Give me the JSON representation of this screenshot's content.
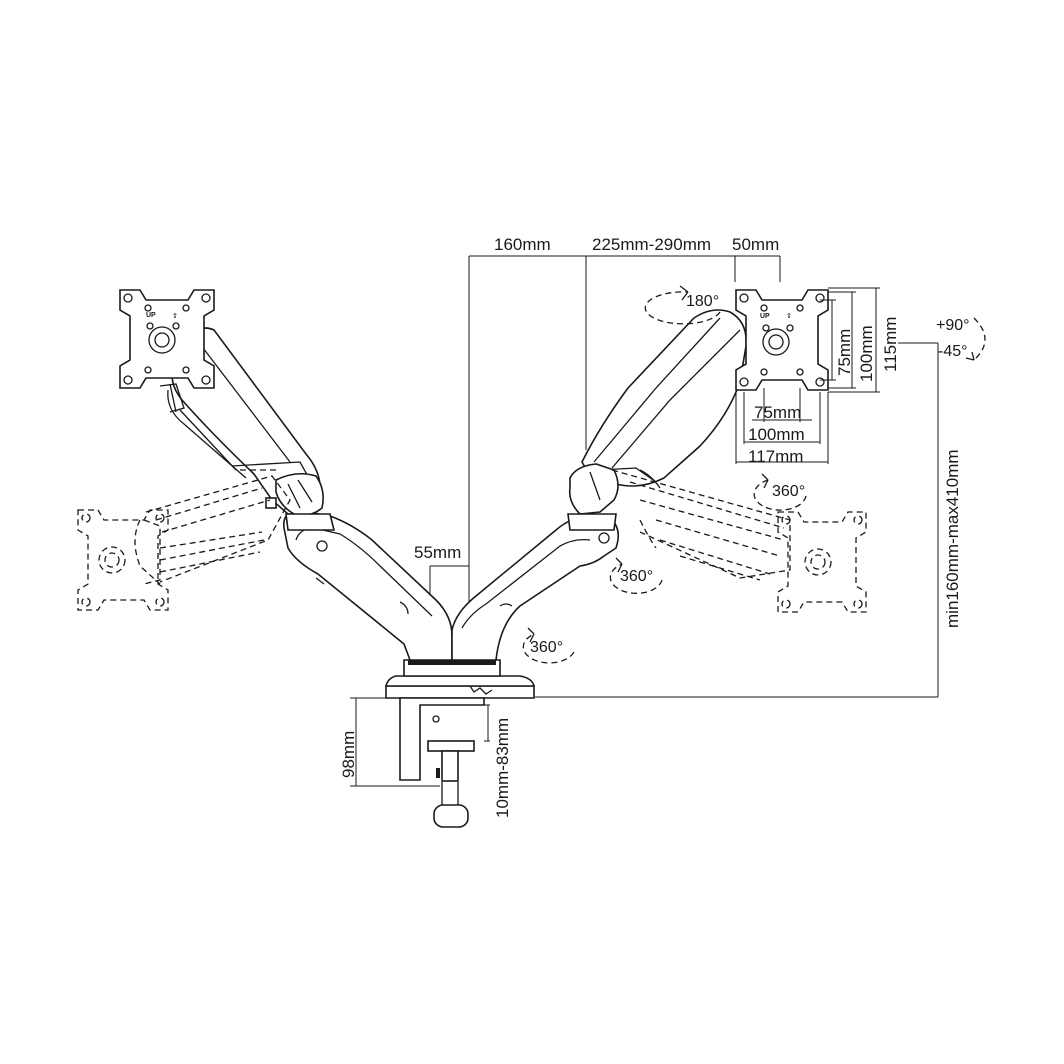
{
  "dimensions": {
    "arm_offset": "160mm",
    "arm_reach": "225mm-290mm",
    "head_depth": "50mm",
    "pole_width": "55mm",
    "vesa_small_h": "75mm",
    "vesa_large_h": "100mm",
    "plate_height": "115mm",
    "vesa_small_w": "75mm",
    "vesa_large_w": "100mm",
    "plate_width": "117mm",
    "height_range": "min160mm-max410mm",
    "clamp_height": "98mm",
    "clamp_range": "10mm-83mm"
  },
  "rotations": {
    "top_swivel": "180°",
    "tilt_up": "+90°",
    "tilt_down": "-45°",
    "head_rotate": "360°",
    "elbow_rotate": "360°",
    "base_rotate": "360°"
  },
  "plate_marks": {
    "up": "UP",
    "arrow": "⇧"
  }
}
